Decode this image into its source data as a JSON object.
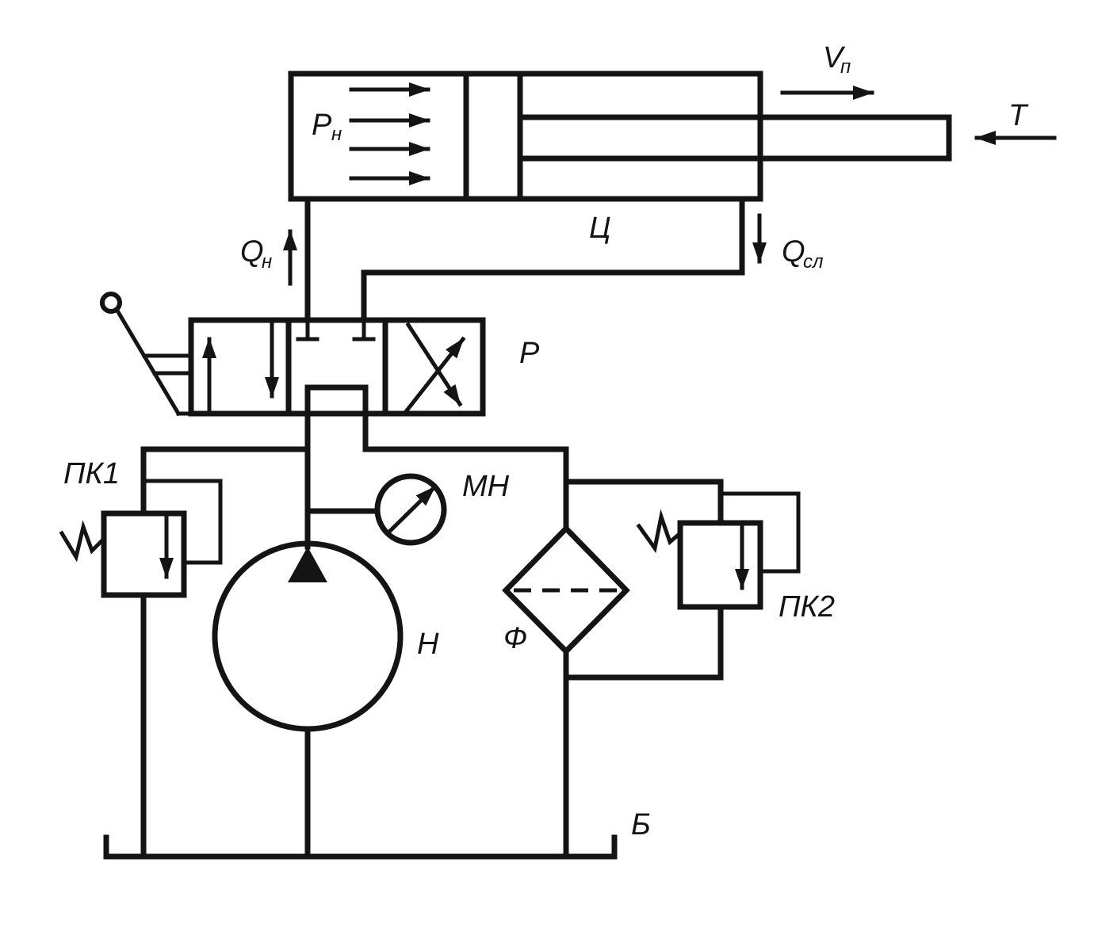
{
  "labels": {
    "pressure": "P",
    "pressure_sub": "н",
    "velocity": "V",
    "velocity_sub": "п",
    "load": "T",
    "cylinder": "Ц",
    "flow_in": "Q",
    "flow_in_sub": "н",
    "flow_out": "Q",
    "flow_out_sub": "сл",
    "distributor": "Р",
    "relief_valve_1": "ПК1",
    "relief_valve_2": "ПК2",
    "manometer": "МН",
    "pump": "Н",
    "filter": "Ф",
    "tank": "Б"
  },
  "colors": {
    "ink": "#141414",
    "background": "#ffffff"
  }
}
